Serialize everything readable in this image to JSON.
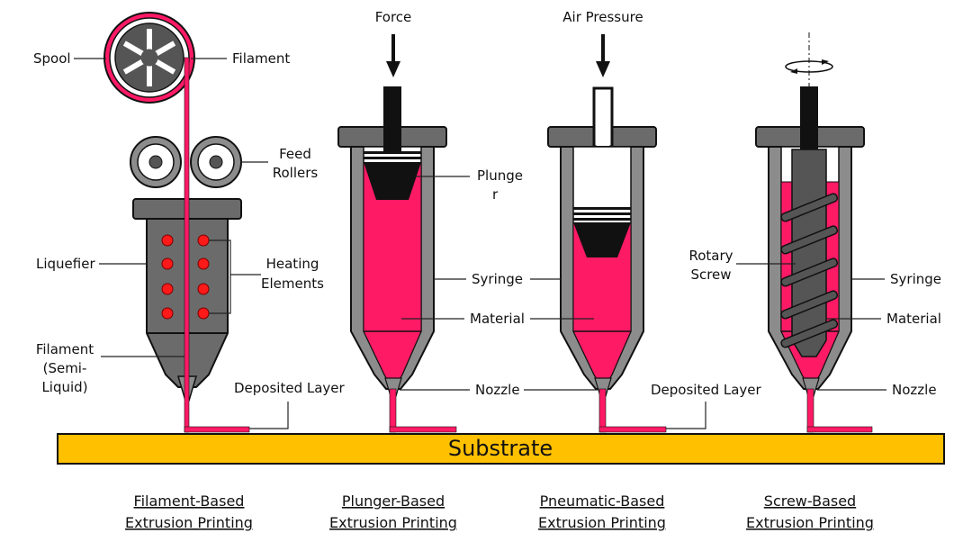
{
  "substrate": {
    "label": "Substrate"
  },
  "top_labels": {
    "force": "Force",
    "air_pressure": "Air Pressure"
  },
  "filament_panel": {
    "spool": "Spool",
    "filament": "Filament",
    "feed_rollers_1": "Feed",
    "feed_rollers_2": "Rollers",
    "liquefier": "Liquefier",
    "heating_1": "Heating",
    "heating_2": "Elements",
    "semi_1": "Filament",
    "semi_2": "(Semi-",
    "semi_3": "Liquid)",
    "deposited": "Deposited Layer"
  },
  "plunger_panel": {
    "plunger_1": "Plunge",
    "plunger_2": "r",
    "syringe": "Syringe",
    "material": "Material",
    "nozzle": "Nozzle"
  },
  "pneumatic_panel": {
    "deposited": "Deposited Layer"
  },
  "screw_panel": {
    "rotary_1": "Rotary",
    "rotary_2": "Screw",
    "syringe": "Syringe",
    "material": "Material",
    "nozzle": "Nozzle"
  },
  "captions": [
    {
      "line1": "Filament-Based",
      "line2": "Extrusion Printing"
    },
    {
      "line1": "Plunger-Based",
      "line2": "Extrusion Printing"
    },
    {
      "line1": "Pneumatic-Based",
      "line2": "Extrusion Printing"
    },
    {
      "line1": "Screw-Based",
      "line2": "Extrusion Printing"
    }
  ],
  "colors": {
    "material": "#ff1a66",
    "substrate": "#ffc000",
    "body": "#6b6b6b",
    "plunger": "#111111",
    "heater_dot": "#ff1a1a"
  }
}
